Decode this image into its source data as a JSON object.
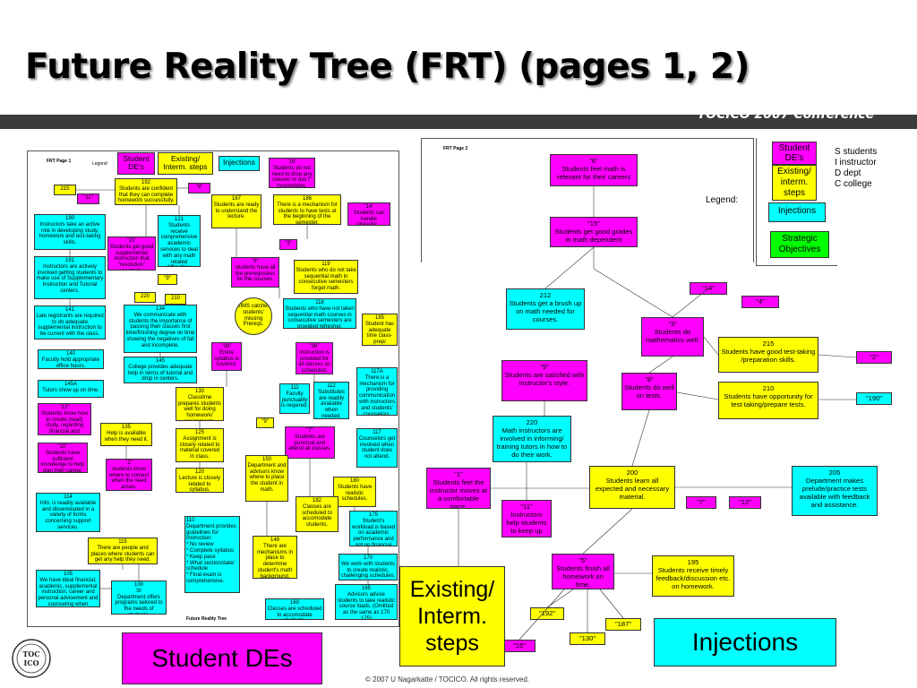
{
  "title": "Future Reality Tree (FRT) (pages  1, 2)",
  "conference": "TOCICO 2007 Conference",
  "copyright": "© 2007 U Nagarkatte / TOCICO. All rights reserved.",
  "logo_text": "TOC ICO",
  "colors": {
    "student_de": "#ff00ff",
    "existing": "#ffff00",
    "injection": "#00ffff",
    "strategic": "#00ff00"
  },
  "page1": {
    "label": "FRT Page 1",
    "legend_word": "Legend",
    "legend": {
      "student_des": "Student DE's",
      "existing": "Existing/ Interm. steps",
      "injections": "Injections"
    },
    "footer": "Future Reality Tree",
    "boxes": [
      {
        "id": "b192",
        "text": "192\nStudents are confident that they can complete homework successfully."
      },
      {
        "id": "b215",
        "text": "215"
      },
      {
        "id": "b11",
        "text": "\"11\""
      },
      {
        "id": "b8a",
        "text": "\"8\""
      },
      {
        "id": "b16",
        "text": "\"16\"\nStudents do not need to drop any classes or ask I\" incompletes."
      },
      {
        "id": "b187",
        "text": "187\nStudents are ready to understand the lecture."
      },
      {
        "id": "b186",
        "text": "186\nThere is a mechanism for students to have tests at the beginning of the semester."
      },
      {
        "id": "b14",
        "text": "\"14\"\nStudents can handle stressful..."
      },
      {
        "id": "b190",
        "text": "190\nInstructors take an active role in developing study, homework and test-taking skills."
      },
      {
        "id": "b121",
        "text": "121\nStudents receive comprehensive academic services to deal with any math related difficulties."
      },
      {
        "id": "b15",
        "text": "\"15\"\nStudents get good supplemental instruction that \"resolution\" needed."
      },
      {
        "id": "b3a",
        "text": "\"3\""
      },
      {
        "id": "b6",
        "text": "\"6\"\nstudents have all the prerequisites for the courses."
      },
      {
        "id": "b119",
        "text": "119\nStudents who do not take sequential math in consecutive semesters forget math."
      },
      {
        "id": "b191",
        "text": "191\nInstructors are actively involved getting students to make use of Supplementary Instruction and Tutorial centers."
      },
      {
        "id": "b9a",
        "text": "\"9\""
      },
      {
        "id": "b220",
        "text": "220"
      },
      {
        "id": "b210",
        "text": "210"
      },
      {
        "id": "b118",
        "text": "118\nStudents who have not taken sequential math courses in consecutive semesters are provided refresher."
      },
      {
        "id": "b141",
        "text": "141\nLate registrants are required to do adequate supplemental instruction to be current with the class."
      },
      {
        "id": "b134",
        "text": "134\nWe communicate with students the importance of passing their classes first time/finishing degree on time showing the negatives of fail and incomplete."
      },
      {
        "id": "bsims",
        "text": "SIMS catches students' missing Prereqs."
      },
      {
        "id": "b185",
        "text": "185\nStudent has adequate time class-prep/ homework."
      },
      {
        "id": "b140",
        "text": "140\nFaculty hold appropriate office hours."
      },
      {
        "id": "b145",
        "text": "145\nCollege provides adequate help in terms of tutorial and drop in centers."
      },
      {
        "id": "b38",
        "text": "\"38\"\nEntire syllabus is covered."
      },
      {
        "id": "b36",
        "text": "\"36\"\nInstruction is provided for all classes as scheduled."
      },
      {
        "id": "b117a",
        "text": "117A\nThere is a mechanism for providing communication with instructors and students' counselors."
      },
      {
        "id": "b145a",
        "text": "145A\nTutors show up on time."
      },
      {
        "id": "b130",
        "text": "130\nClasstime prepares students well for doing homework/ assignments."
      },
      {
        "id": "b111",
        "text": "111\nFaculty punctuality is required."
      },
      {
        "id": "b112",
        "text": "112\nSubstitutes are readily available when needed."
      },
      {
        "id": "b13",
        "text": "\"13\"\nStudents know how to create (read) study, regarding financial and monetary needs."
      },
      {
        "id": "b135",
        "text": "135\nHelp is available when they need it."
      },
      {
        "id": "b125",
        "text": "125\nAssignment is closely related to material covered in class."
      },
      {
        "id": "b9b",
        "text": "\"9\""
      },
      {
        "id": "b7a",
        "text": "\"7\"\nStudents are punctual and attend all classes."
      },
      {
        "id": "b117",
        "text": "117\nCounselors get involved when student does not attend."
      },
      {
        "id": "b10",
        "text": "\"10\"\nStudents have sufficient knowledge to help plan their career."
      },
      {
        "id": "b2a",
        "text": "\"2\"\nstudents know where to contact when the need arises."
      },
      {
        "id": "b120",
        "text": "120\nLecture is closely related to syllabus."
      },
      {
        "id": "b150",
        "text": "150\nDepartment and advisors know where to place the student in math."
      },
      {
        "id": "b180",
        "text": "180\nStudents have realistic schedules."
      },
      {
        "id": "b114",
        "text": "114\nInfo. is readily available and disseminated in a variety of forms concerning support services."
      },
      {
        "id": "b182",
        "text": "182\nClasses are scheduled to accomodate students."
      },
      {
        "id": "b175",
        "text": "175\nStudent's workload is based on academic performance and not on financial need."
      },
      {
        "id": "b110",
        "text": "110\nDepartment provides guidelines for instruction:\n* No review\n* Complete syllabus\n* Keep pace\n* What section/date/ schedule\n* Final exam is comprehensive."
      },
      {
        "id": "b115",
        "text": "115\nThere are people and places where students can get any help they need."
      },
      {
        "id": "b148",
        "text": "148\nThere are mechanisms in place to determine student's math background."
      },
      {
        "id": "b170",
        "text": "170\nWe work with students to create realistic, challenging schedules."
      },
      {
        "id": "b105",
        "text": "105\nWe have ideal financial, academic, supplemental instruction, career and personal advisement and counseling when needed."
      },
      {
        "id": "b100",
        "text": "100\nSI\nDepartment offers programs tailored to the needs of students."
      },
      {
        "id": "b160",
        "text": "160\nClasses are scheduled to accomodate students."
      },
      {
        "id": "b165",
        "text": "165\nAdvisors advise students to take realistic course loads. (Omitted as the same as 170 175)"
      }
    ]
  },
  "page2": {
    "label": "FRT Page 2",
    "boxes": [
      {
        "id": "p6",
        "text": "\"6\"\nStudents feel math is relevant for their careers"
      },
      {
        "id": "p15",
        "text": "\"15\"\nStudents get good grades in math dependent courses."
      },
      {
        "id": "p14",
        "text": "\"14\""
      },
      {
        "id": "p4",
        "text": "\"4\""
      },
      {
        "id": "p212",
        "text": "212\nStudents get a brush up on math needed for courses."
      },
      {
        "id": "p3",
        "text": "\"3\"\nStudents do mathematics well."
      },
      {
        "id": "p215",
        "text": "215\nStudents have good test-taking /preparation skills."
      },
      {
        "id": "p2b",
        "text": "\"2\""
      },
      {
        "id": "p9",
        "text": "\"9\"\nStudents are satisfied with instructor's style."
      },
      {
        "id": "p8",
        "text": "\"8\"\nStudents do well on tests."
      },
      {
        "id": "p210",
        "text": "210\nStudents have opportunity for test taking/prepare tests."
      },
      {
        "id": "p190",
        "text": "\"190\""
      },
      {
        "id": "p220",
        "text": "220\nMath instructors are involved in informing/ training tutors in how to do their work."
      },
      {
        "id": "p1",
        "text": "\"1\"\nStudents feel the instructor moves at a comfortable pace."
      },
      {
        "id": "p200",
        "text": "200\nStudents learn all expected and necessary material."
      },
      {
        "id": "p205",
        "text": "205\nDepartment makes prelude/practice tests available with feedback and assistance."
      },
      {
        "id": "p11",
        "text": "\"11\"\nInstructors help students to keep up with the work."
      },
      {
        "id": "p7",
        "text": "\"7\""
      },
      {
        "id": "p12",
        "text": "\"12\""
      },
      {
        "id": "p5",
        "text": "\"5\"\nStudents finish all homework on time."
      },
      {
        "id": "p195",
        "text": "195\nStudents receive timely feedback/discussion etc. on homework."
      },
      {
        "id": "p192",
        "text": "\"192\""
      },
      {
        "id": "p187",
        "text": "\"187\""
      },
      {
        "id": "p130",
        "text": "\"130\""
      },
      {
        "id": "p16",
        "text": "\"16\""
      }
    ],
    "legend": {
      "word": "Legend:",
      "student_des": "Student DE's",
      "existing": "Existing/ interm. steps",
      "injections": "Injections",
      "strategic": "Strategic Objectives",
      "key": "S students\nI instructor\nD dept\nC college"
    }
  },
  "callouts": {
    "existing": "Existing/ Interm. steps",
    "injections": "Injections",
    "student_des": "Student DEs"
  }
}
